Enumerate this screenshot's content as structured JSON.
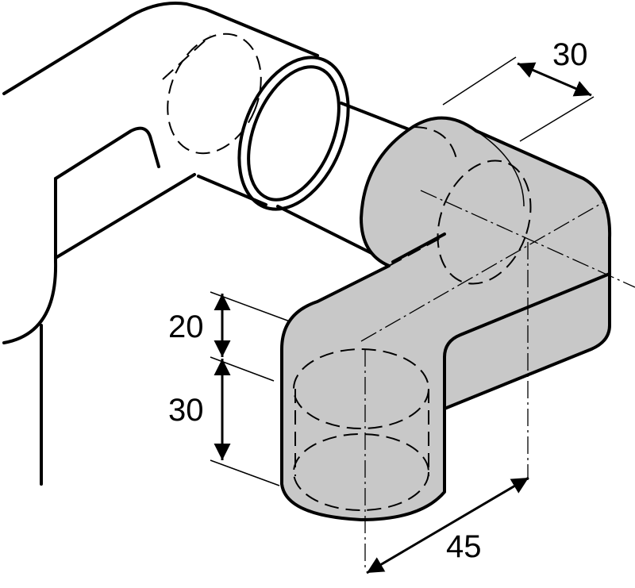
{
  "colors": {
    "line": "#000000",
    "part_fill": "#c8c8c8",
    "background": "#ffffff"
  },
  "dimensions": {
    "width_top": "30",
    "drop_height": "20",
    "leg_height": "30",
    "length": "45"
  }
}
